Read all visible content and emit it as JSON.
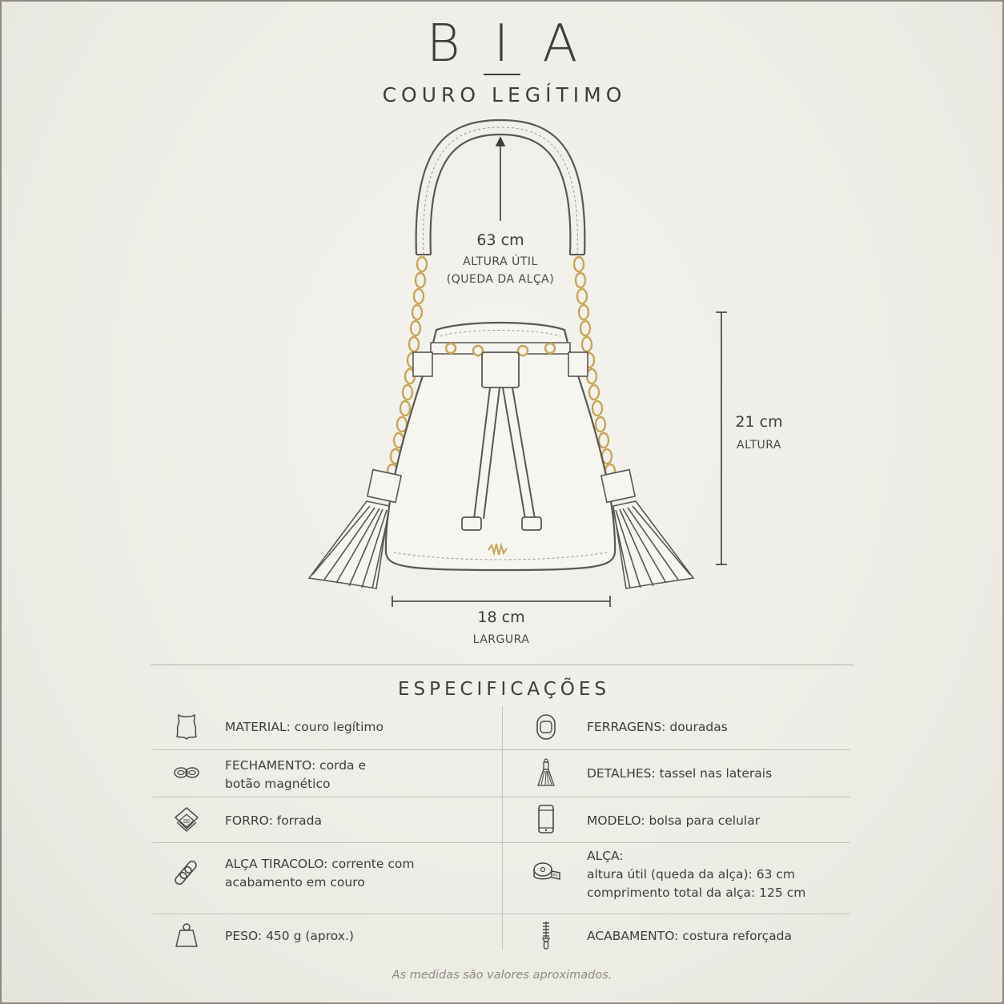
{
  "brand": "BIA",
  "subtitle": "COURO LEGÍTIMO",
  "dimensions": {
    "strap": {
      "value": "63 cm",
      "label_line1": "ALTURA ÚTIL",
      "label_line2": "(QUEDA DA ALÇA)"
    },
    "height": {
      "value": "21 cm",
      "label": "ALTURA"
    },
    "width": {
      "value": "18 cm",
      "label": "LARGURA"
    }
  },
  "colors": {
    "background": "#ecebe4",
    "text": "#3f3d39",
    "gold": "#c9a557",
    "line": "#c3c0b8"
  },
  "specs_title": "ESPECIFICAÇÕES",
  "specs": {
    "left": [
      {
        "icon": "leather-hide-icon",
        "key": "MATERIAL",
        "value": ": couro legítimo",
        "value2": ""
      },
      {
        "icon": "cord-loop-icon",
        "key": "FECHAMENTO",
        "value": ": corda e",
        "value2": "botão magnético"
      },
      {
        "icon": "lining-fabric-icon",
        "key": "FORRO",
        "value": ": forrada",
        "value2": ""
      },
      {
        "icon": "chain-link-icon",
        "key": "ALÇA TIRACOLO",
        "value": ": corrente com",
        "value2": "acabamento em couro"
      },
      {
        "icon": "weight-icon",
        "key": "PESO",
        "value": ": 450 g (aprox.)",
        "value2": ""
      }
    ],
    "right": [
      {
        "icon": "hardware-ring-icon",
        "key": "FERRAGENS",
        "value": ": douradas",
        "value2": "",
        "value3": ""
      },
      {
        "icon": "tassel-icon",
        "key": "DETALHES",
        "value": ": tassel nas laterais",
        "value2": "",
        "value3": ""
      },
      {
        "icon": "phone-icon",
        "key": "MODELO",
        "value": ": bolsa para celular",
        "value2": "",
        "value3": ""
      },
      {
        "icon": "measuring-tape-icon",
        "key": "ALÇA",
        "value": ":",
        "value2": "altura útil (queda da alça): 63 cm",
        "value3": "comprimento total da alça: 125 cm"
      },
      {
        "icon": "zipper-icon",
        "key": "ACABAMENTO",
        "value": ": costura reforçada",
        "value2": "",
        "value3": ""
      }
    ]
  },
  "footer": "As medidas são valores aproximados."
}
